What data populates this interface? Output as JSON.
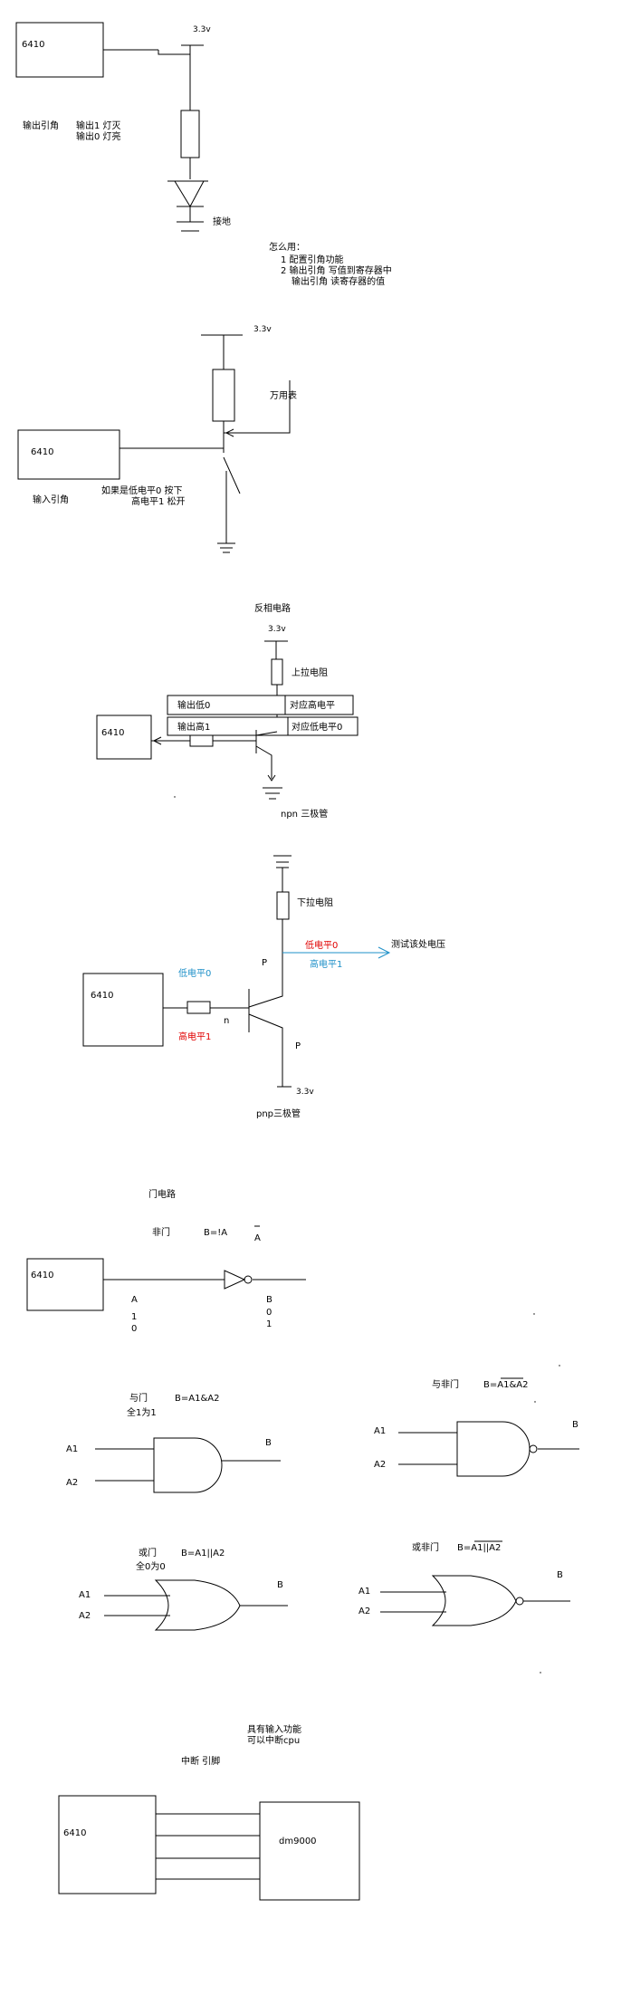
{
  "section1": {
    "chip": "6410",
    "vcc": "3.3v",
    "caption": "输出引角",
    "out1": "输出1 灯灭",
    "out0": "输出0 灯亮",
    "ground": "接地",
    "howto_title": "怎么用：",
    "howto_1": "1 配置引角功能",
    "howto_2": "2 输出引角 写值到寄存器中",
    "howto_3": "输出引角 读寄存器的值"
  },
  "section2": {
    "vcc": "3.3v",
    "chip": "6410",
    "meter": "万用表",
    "caption": "输入引角",
    "low": "如果是低电平0 按下",
    "high": "高电平1 松开"
  },
  "section3": {
    "title": "反相电路",
    "vcc": "3.3v",
    "resistor": "上拉电阻",
    "out_low": "输出低0",
    "map_high": "对应高电平",
    "out_high": "输出高1",
    "map_low": "对应低电平0",
    "chip": "6410",
    "footer": "npn 三极管"
  },
  "section4": {
    "resistor": "下拉电阻",
    "p_top": "P",
    "low_red": "低电平0",
    "high_blue": "高电平1",
    "measure": "测试该处电压",
    "chip": "6410",
    "in_low": "低电平0",
    "n": "n",
    "in_high": "高电平1",
    "p_bottom": "P",
    "vcc": "3.3v",
    "footer": "pnp三极管",
    "colors": {
      "red": "#e00000",
      "blue": "#1e90c8"
    }
  },
  "section5": {
    "title": "门电路",
    "not_gate": "非门",
    "not_expr": "B=!A",
    "not_bar": "A",
    "chip": "6410",
    "col_a": "A",
    "col_b": "B",
    "a_vals": [
      "1",
      "0"
    ],
    "b_vals": [
      "0",
      "1"
    ]
  },
  "section6": {
    "and_gate": "与门",
    "and_expr": "B=A1&A2",
    "and_note": "全1为1",
    "nand_gate": "与非门",
    "nand_expr": "B=A1&A2",
    "or_gate": "或门",
    "or_expr": "B=A1||A2",
    "or_note": "全0为0",
    "nor_gate": "或非门",
    "nor_expr": "B=A1||A2",
    "a1": "A1",
    "a2": "A2",
    "b": "B"
  },
  "section7": {
    "note1": "具有输入功能",
    "note2": "可以中断cpu",
    "interrupt": "中断 引脚",
    "chip": "6410",
    "peripheral": "dm9000"
  }
}
